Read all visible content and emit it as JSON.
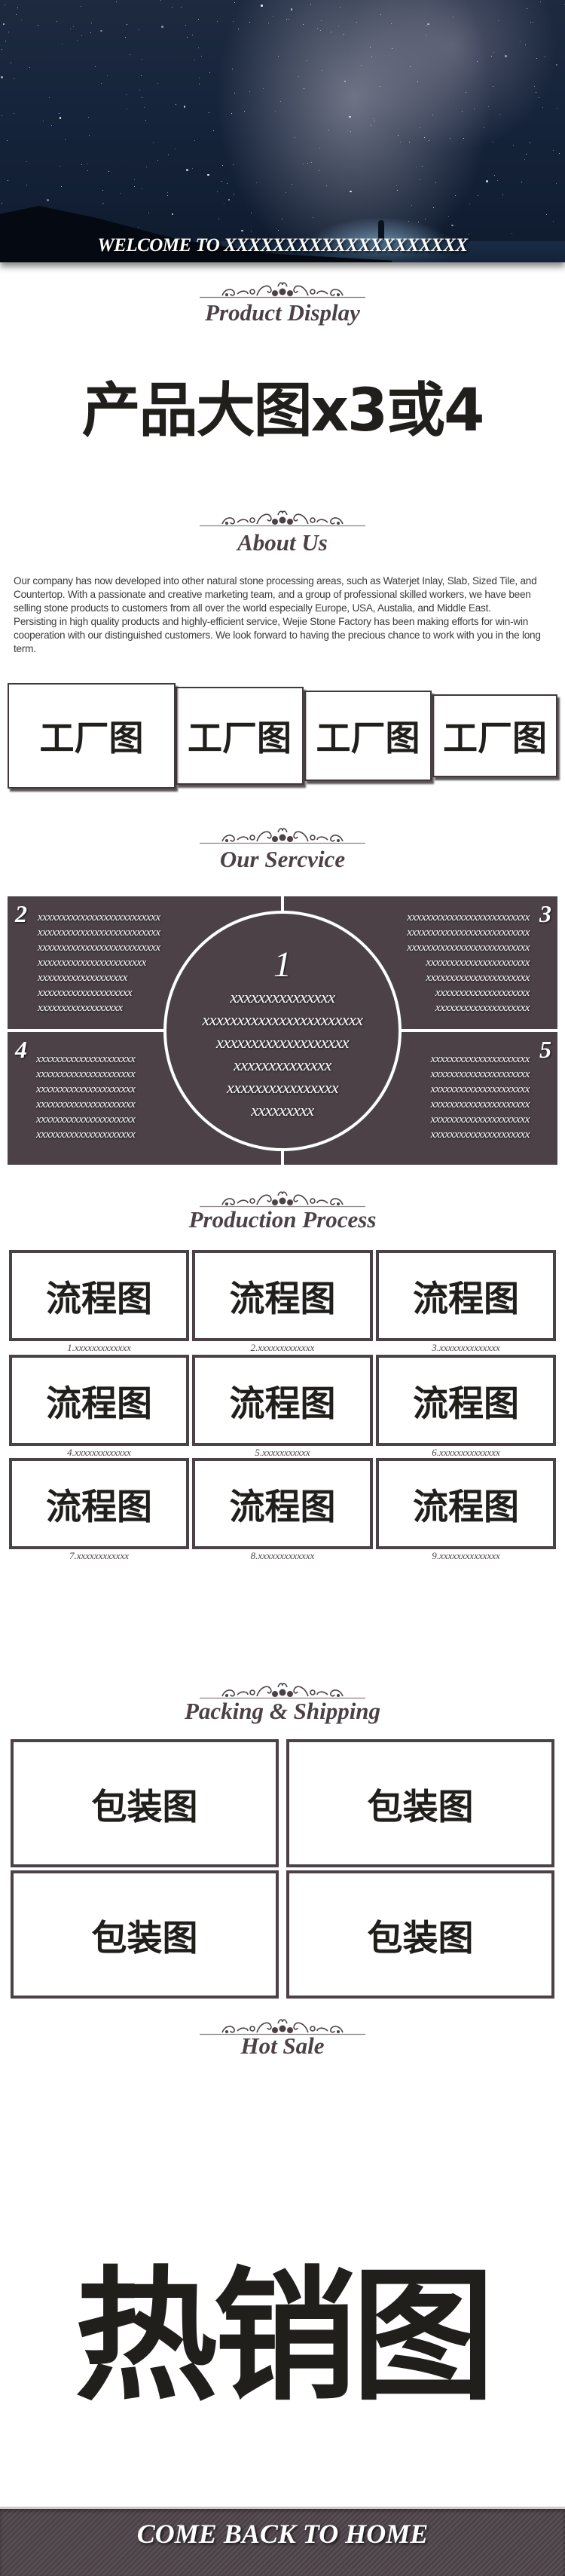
{
  "banner": {
    "welcome": "WELCOME TO XXXXXXXXXXXXXXXXXXXX"
  },
  "product_display": {
    "title": "Product Display",
    "placeholder": "产品大图x3或4"
  },
  "about": {
    "title": "About Us",
    "paragraph1": "Our company has now developed into other natural stone processing areas, such as Waterjet Inlay, Slab, Sized Tile, and Countertop. With a passionate and creative marketing team, and a group of professional skilled workers, we have been selling stone products to customers from all over the world especially Europe, USA, Austalia, and Middle East.",
    "paragraph2": "Persisting in high quality products and highly-efficient service, Wejie Stone Factory has been making efforts for win-win cooperation with our distinguished customers. We look forward to having the precious chance to work with you in the long term.",
    "factory_images": [
      "工厂图",
      "工厂图",
      "工厂图",
      "工厂图"
    ]
  },
  "service": {
    "title": "Our Sercvice",
    "center": {
      "number": "1",
      "lines": [
        "xxxxxxxxxxxxxxx",
        "xxxxxxxxxxxxxxxxxxxxxxx",
        "xxxxxxxxxxxxxxxxxxx",
        "xxxxxxxxxxxxxx",
        "xxxxxxxxxxxxxxxx",
        "xxxxxxxxx"
      ]
    },
    "q2": {
      "number": "2",
      "lines": [
        "xxxxxxxxxxxxxxxxxxxxxxxxxx",
        "xxxxxxxxxxxxxxxxxxxxxxxxxx",
        "xxxxxxxxxxxxxxxxxxxxxxxxxx",
        "xxxxxxxxxxxxxxxxxxxxxxx",
        "xxxxxxxxxxxxxxxxxxx",
        "xxxxxxxxxxxxxxxxxxxx",
        "xxxxxxxxxxxxxxxxxx"
      ]
    },
    "q3": {
      "number": "3",
      "lines": [
        "xxxxxxxxxxxxxxxxxxxxxxxxxx",
        "xxxxxxxxxxxxxxxxxxxxxxxxxx",
        "xxxxxxxxxxxxxxxxxxxxxxxxxx",
        "xxxxxxxxxxxxxxxxxxxxxx",
        "xxxxxxxxxxxxxxxxxxxxxx",
        "xxxxxxxxxxxxxxxxxxxx",
        "xxxxxxxxxxxxxxxxxxxx"
      ]
    },
    "q4": {
      "number": "4",
      "lines": [
        "xxxxxxxxxxxxxxxxxxxxx",
        "xxxxxxxxxxxxxxxxxxxxx",
        "xxxxxxxxxxxxxxxxxxxxx",
        "xxxxxxxxxxxxxxxxxxxxx",
        "xxxxxxxxxxxxxxxxxxxxx",
        "xxxxxxxxxxxxxxxxxxxxx"
      ]
    },
    "q5": {
      "number": "5",
      "lines": [
        "xxxxxxxxxxxxxxxxxxxxx",
        "xxxxxxxxxxxxxxxxxxxxx",
        "xxxxxxxxxxxxxxxxxxxxx",
        "xxxxxxxxxxxxxxxxxxxxx",
        "xxxxxxxxxxxxxxxxxxxxx",
        "xxxxxxxxxxxxxxxxxxxxx"
      ]
    }
  },
  "process": {
    "title": "Production Process",
    "steps": [
      {
        "image": "流程图",
        "caption": "1.xxxxxxxxxxxxx"
      },
      {
        "image": "流程图",
        "caption": "2.xxxxxxxxxxxxx"
      },
      {
        "image": "流程图",
        "caption": "3.xxxxxxxxxxxxxx"
      },
      {
        "image": "流程图",
        "caption": "4.xxxxxxxxxxxxx"
      },
      {
        "image": "流程图",
        "caption": "5.xxxxxxxxxxx"
      },
      {
        "image": "流程图",
        "caption": "6.xxxxxxxxxxxxxx"
      },
      {
        "image": "流程图",
        "caption": "7.xxxxxxxxxxxx"
      },
      {
        "image": "流程图",
        "caption": "8.xxxxxxxxxxxxx"
      },
      {
        "image": "流程图",
        "caption": "9.xxxxxxxxxxxxxx"
      }
    ]
  },
  "packing": {
    "title": "Packing & Shipping",
    "images": [
      "包装图",
      "包装图",
      "包装图",
      "包装图"
    ]
  },
  "hot_sale": {
    "title": "Hot Sale",
    "placeholder": "热销图"
  },
  "footer": {
    "label": "COME BACK TO HOME"
  },
  "colors": {
    "accent": "#4b4147",
    "text": "#211f1b"
  }
}
